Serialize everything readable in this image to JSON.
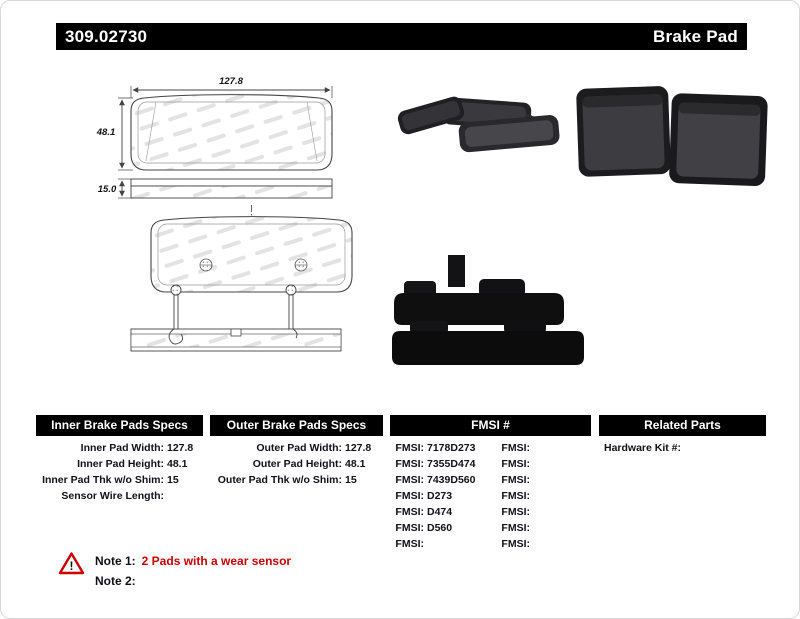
{
  "header": {
    "part_number": "309.02730",
    "title": "Brake Pad"
  },
  "drawing": {
    "width_dim": "127.8",
    "height_dim": "48.1",
    "thickness_dim": "15.0"
  },
  "sections": {
    "inner": {
      "title": "Inner Brake Pads Specs",
      "rows": [
        {
          "label": "Inner Pad Width:",
          "value": "127.8"
        },
        {
          "label": "Inner Pad Height:",
          "value": "48.1"
        },
        {
          "label": "Inner Pad Thk w/o Shim:",
          "value": "15"
        },
        {
          "label": "Sensor Wire Length:",
          "value": ""
        }
      ]
    },
    "outer": {
      "title": "Outer Brake Pads Specs",
      "rows": [
        {
          "label": "Outer Pad Width:",
          "value": "127.8"
        },
        {
          "label": "Outer Pad Height:",
          "value": "48.1"
        },
        {
          "label": "Outer Pad Thk w/o Shim:",
          "value": "15"
        }
      ]
    },
    "fmsi": {
      "title": "FMSI #",
      "left_rows": [
        {
          "label": "FMSI:",
          "value": "7178D273"
        },
        {
          "label": "FMSI:",
          "value": "7355D474"
        },
        {
          "label": "FMSI:",
          "value": "7439D560"
        },
        {
          "label": "FMSI:",
          "value": "D273"
        },
        {
          "label": "FMSI:",
          "value": "D474"
        },
        {
          "label": "FMSI:",
          "value": "D560"
        },
        {
          "label": "FMSI:",
          "value": ""
        }
      ],
      "right_rows": [
        {
          "label": "FMSI:",
          "value": ""
        },
        {
          "label": "FMSI:",
          "value": ""
        },
        {
          "label": "FMSI:",
          "value": ""
        },
        {
          "label": "FMSI:",
          "value": ""
        },
        {
          "label": "FMSI:",
          "value": ""
        },
        {
          "label": "FMSI:",
          "value": ""
        },
        {
          "label": "FMSI:",
          "value": ""
        }
      ]
    },
    "related": {
      "title": "Related Parts",
      "rows": [
        {
          "label": "Hardware Kit #:",
          "value": ""
        }
      ]
    }
  },
  "notes": {
    "warning_icon": "warning-triangle",
    "note1_label": "Note 1:",
    "note1_text": "2 Pads with a wear sensor",
    "note2_label": "Note 2:",
    "note2_text": ""
  },
  "colors": {
    "bar_bg": "#000000",
    "text": "#101018",
    "note_red": "#cc0000"
  }
}
